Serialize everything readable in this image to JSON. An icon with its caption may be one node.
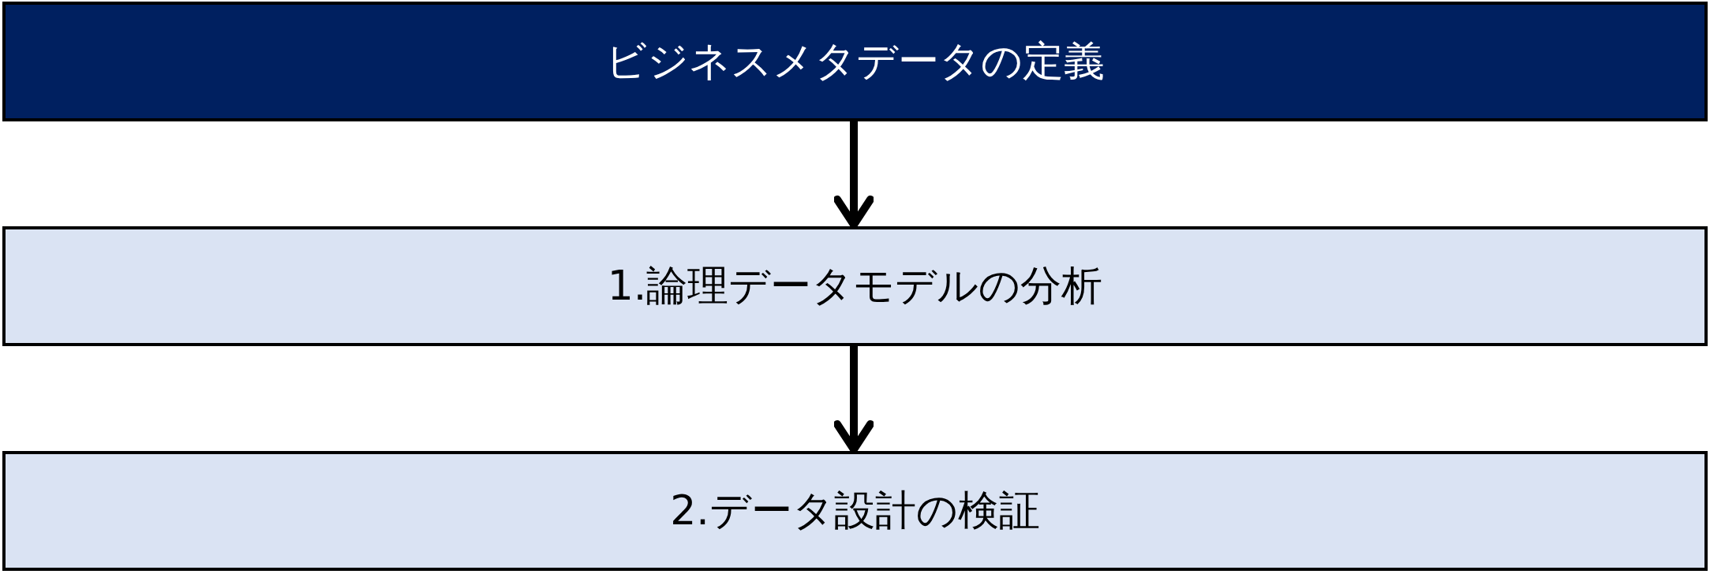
{
  "diagram": {
    "nodes": [
      {
        "text": [
          "ビジネスメタデータの定義"
        ]
      },
      {
        "text": [
          "1.論理データモデルの分析"
        ]
      },
      {
        "text": [
          "2.データ設計の検証"
        ]
      }
    ],
    "edges": [
      {
        "from": 0,
        "to": 1,
        "arrow": "to"
      },
      {
        "from": 1,
        "to": 2,
        "arrow": "to"
      }
    ]
  }
}
